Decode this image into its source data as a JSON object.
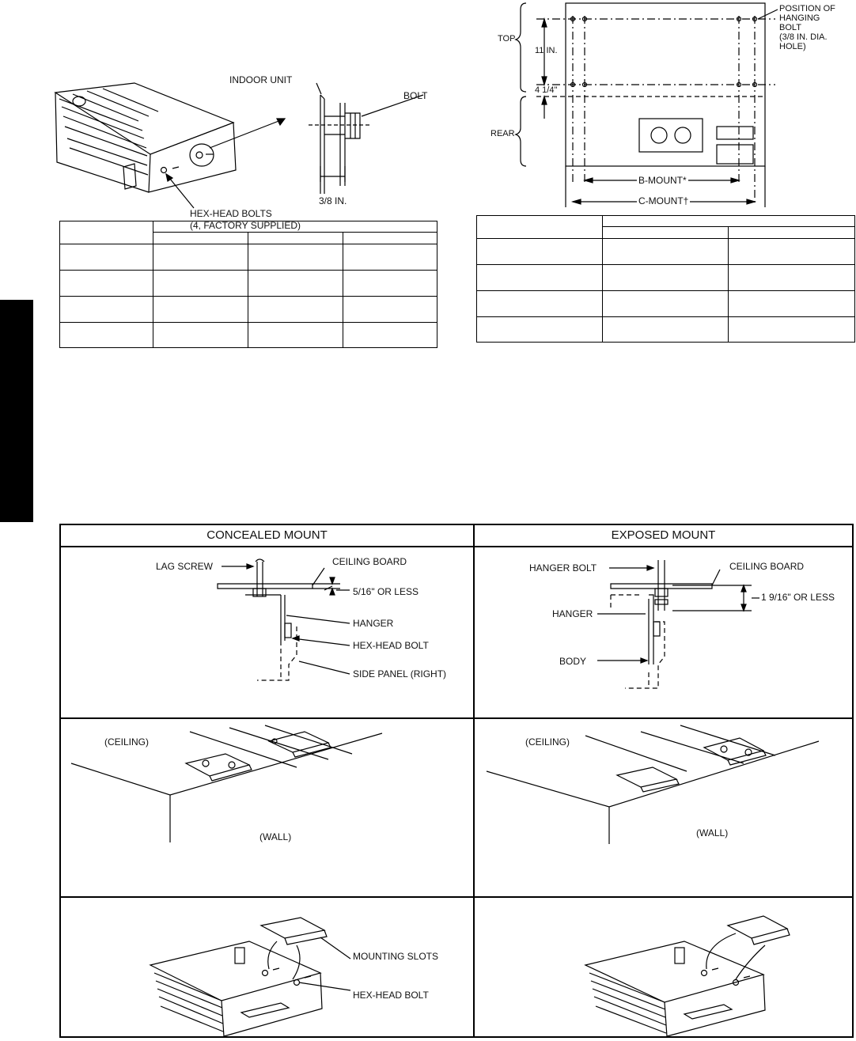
{
  "top_left_figure": {
    "indoor_unit": "INDOOR UNIT",
    "bolt": "BOLT",
    "dim": "3/8 IN.",
    "hex_head_bolts": "HEX-HEAD BOLTS",
    "hex_head_bolts_note": "(4, FACTORY SUPPLIED)"
  },
  "top_right_figure": {
    "top": "TOP",
    "rear": "REAR",
    "dim_11": "11 IN.",
    "dim_4_1_4": "4 1/4\"",
    "position_line1": "POSITION OF",
    "position_line2": "HANGING",
    "position_line3": "BOLT",
    "position_line4": "(3/8 IN. DIA.",
    "position_line5": "HOLE)",
    "b_mount": "B-MOUNT*",
    "c_mount": "C-MOUNT†"
  },
  "mount_table": {
    "concealed_header": "CONCEALED MOUNT",
    "exposed_header": "EXPOSED MOUNT",
    "concealed_detail": {
      "lag_screw": "LAG SCREW",
      "ceiling_board": "CEILING BOARD",
      "gap": "5/16\" OR LESS",
      "hanger": "HANGER",
      "hex_head_bolt": "HEX-HEAD BOLT",
      "side_panel": "SIDE PANEL (RIGHT)"
    },
    "exposed_detail": {
      "hanger_bolt": "HANGER BOLT",
      "ceiling_board": "CEILING BOARD",
      "gap": "1 9/16\" OR LESS",
      "hanger": "HANGER",
      "body": "BODY"
    },
    "ceiling": "(CEILING)",
    "wall": "(WALL)",
    "mounting_slots": "MOUNTING SLOTS",
    "hex_head_bolt": "HEX-HEAD BOLT"
  }
}
